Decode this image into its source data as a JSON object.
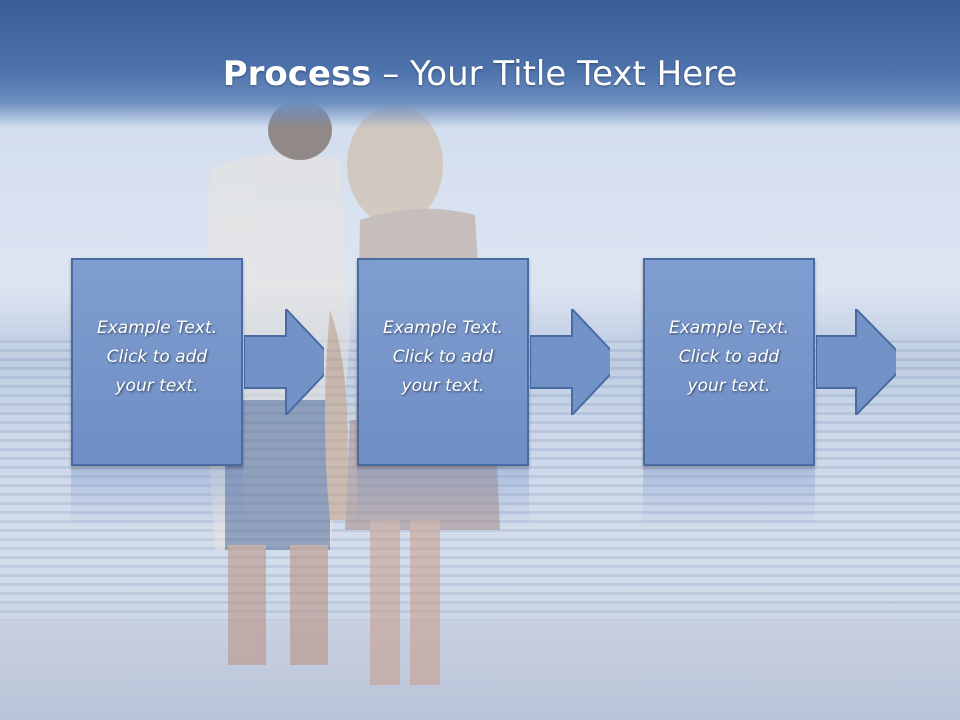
{
  "title": {
    "bold": "Process",
    "rest": " – Your Title Text Here"
  },
  "steps": [
    {
      "text": "Example Text.\nClick  to add\nyour text."
    },
    {
      "text": "Example Text.\nClick  to add\nyour text."
    },
    {
      "text": "Example Text.\nClick  to add\nyour text."
    }
  ],
  "colors": {
    "header": "#4d72ac",
    "box": "#7393c8",
    "box_border": "#4a6aa2"
  }
}
